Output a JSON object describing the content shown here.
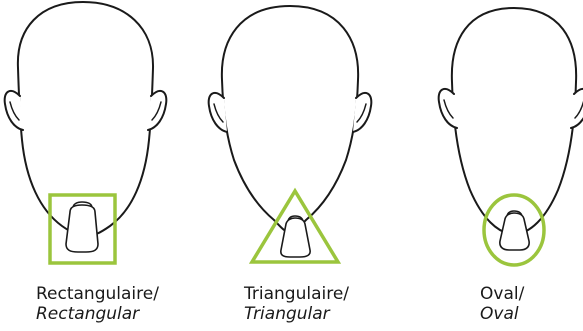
{
  "accent_color": "#9BC53D",
  "stroke_color": "#1a1a1a",
  "shapes": [
    {
      "id": "rectangular",
      "label_fr": "Rectangulaire/",
      "label_en": "Rectangular",
      "frame": "rectangle"
    },
    {
      "id": "triangular",
      "label_fr": "Triangulaire/",
      "label_en": "Triangular",
      "frame": "triangle"
    },
    {
      "id": "oval",
      "label_fr": "Oval/",
      "label_en": "Oval",
      "frame": "ellipse"
    }
  ]
}
